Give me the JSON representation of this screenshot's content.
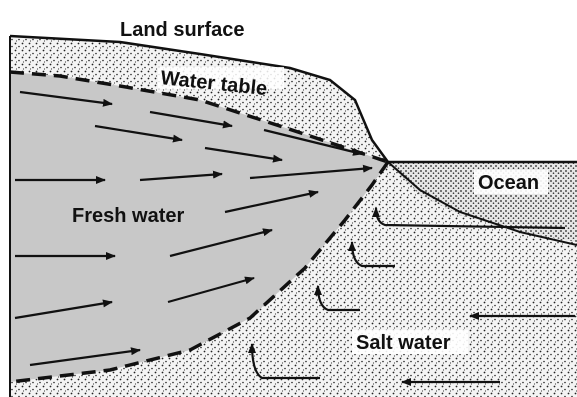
{
  "labels": {
    "land_surface": "Land surface",
    "water_table": "Water table",
    "fresh_water": "Fresh water",
    "ocean": "Ocean",
    "salt_water": "Salt water"
  },
  "colors": {
    "fresh_water_fill": "#c8c8c8",
    "ink": "#111111",
    "background": "#ffffff"
  }
}
